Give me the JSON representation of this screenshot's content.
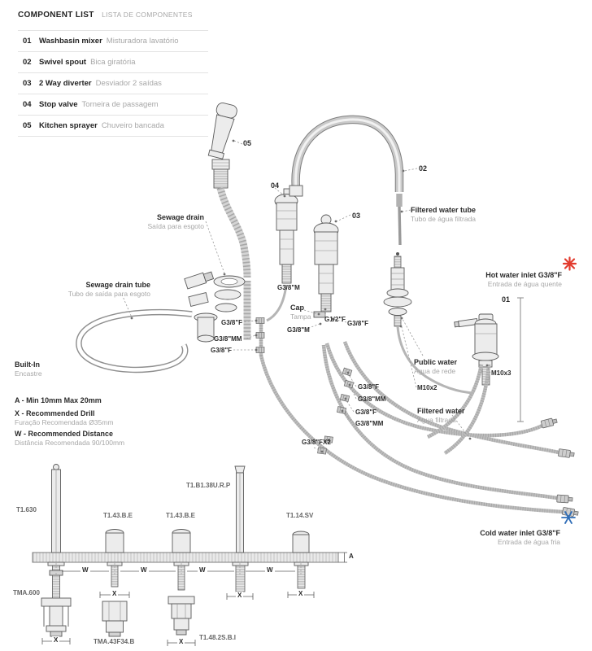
{
  "header": {
    "title_en": "COMPONENT LIST",
    "title_pt": "LISTA DE COMPONENTES"
  },
  "components": [
    {
      "num": "01",
      "en": "Washbasin mixer",
      "pt": "Misturadora lavatório"
    },
    {
      "num": "02",
      "en": "Swivel spout",
      "pt": "Bica giratória"
    },
    {
      "num": "03",
      "en": "2 Way diverter",
      "pt": "Desviador 2 saídas"
    },
    {
      "num": "04",
      "en": "Stop valve",
      "pt": "Torneira de passagem"
    },
    {
      "num": "05",
      "en": "Kitchen sprayer",
      "pt": "Chuveiro bancada"
    }
  ],
  "diagram": {
    "numbers": {
      "n01": "01",
      "n02": "02",
      "n03": "03",
      "n04": "04",
      "n05": "05"
    },
    "labels": {
      "sewage_drain": {
        "en": "Sewage drain",
        "pt": "Saída para esgoto"
      },
      "filtered_water_tube": {
        "en": "Filtered water tube",
        "pt": "Tubo de água filtrada"
      },
      "sewage_drain_tube": {
        "en": "Sewage drain tube",
        "pt": "Tubo de saída para esgoto"
      },
      "hot_water_inlet": {
        "en": "Hot water inlet G3/8\"F",
        "pt": "Entrada de água quente"
      },
      "cold_water_inlet": {
        "en": "Cold water inlet G3/8\"F",
        "pt": "Entrada de água fria"
      },
      "built_in": {
        "en": "Built-In",
        "pt": "Encastre"
      },
      "public_water": {
        "en": "Public water",
        "pt": "Água de rede"
      },
      "filtered_water": {
        "en": "Filtered water",
        "pt": "Água filtrada"
      },
      "cap": {
        "en": "Cap",
        "pt": "Tampa"
      }
    },
    "notes": {
      "a": "A - Min 10mm Max 20mm",
      "x_en": "X - Recommended Drill",
      "x_pt": "Furação Recomendada Ø35mm",
      "w_en": "W - Recommended Distance",
      "w_pt": "Distância Recomendada 90/100mm"
    },
    "fittings": {
      "g38m": "G3/8\"M",
      "g12f": "G1/2\"F",
      "g38f": "G3/8\"F",
      "g38mm": "G3/8\"MM",
      "g38fx2": "G3/8\"FX2",
      "m10x2": "M10x2",
      "m10x3": "M10x3"
    },
    "part_codes": {
      "t1b138urp": "T1.B1.38U.R.P",
      "t1630": "T1.630",
      "t143be": "T1.43.B.E",
      "t114sv": "T1.14.SV",
      "tma600": "TMA.600",
      "tma43f34b": "TMA.43F34.B",
      "t1482sbi": "T1.48.2S.B.I"
    },
    "dims": {
      "a": "A",
      "w": "W",
      "x": "X"
    }
  },
  "colors": {
    "hot": "#e23b2e",
    "cold": "#2f6db7"
  }
}
